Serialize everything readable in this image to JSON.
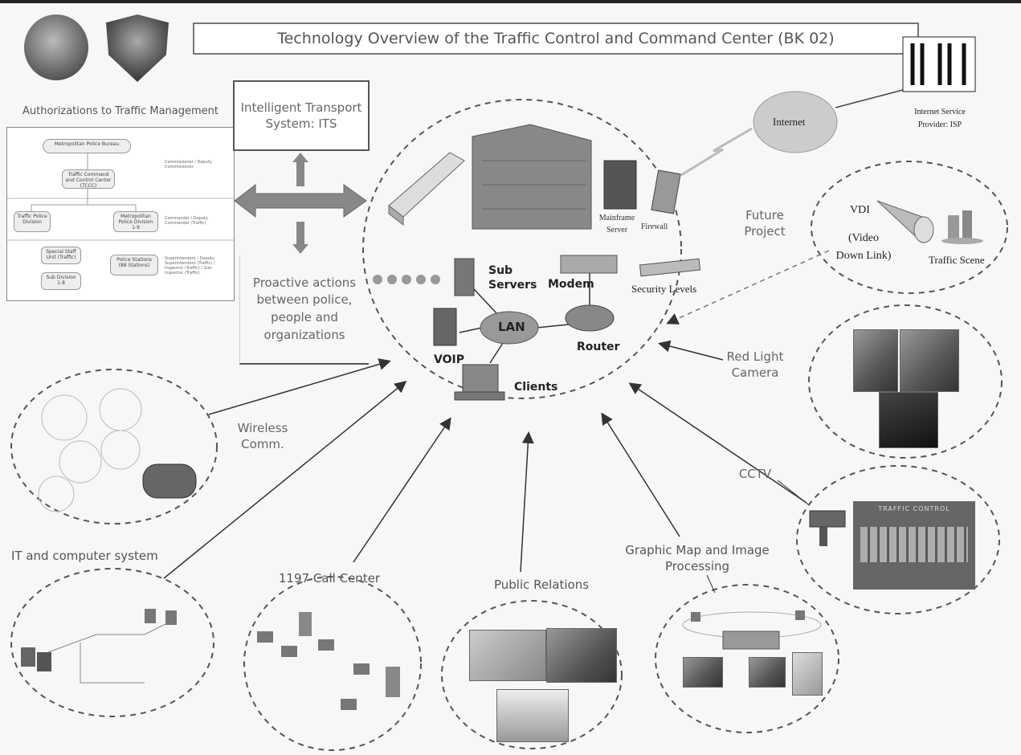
{
  "title": "Technology Overview of the Traffic Control and Command Center (BK 02)",
  "authorizations": {
    "heading": "Authorizations to Traffic Management",
    "org_top": "Metropolitan Police Bureau",
    "org_center": "Traffic Command and Control Center (TCCC)",
    "org_left1": "Traffic Police Division",
    "org_right1": "Metropolitan Police Division 1-9",
    "org_left2": "Special Staff Unit (Traffic)",
    "org_right2": "Police Stations (88 Stations)",
    "org_left3": "Sub Division 1-8",
    "note1": "Commissioner / Deputy Commissioner",
    "note2": "Commander / Deputy Commander (Traffic)",
    "note3": "Superintendent / Deputy Superintendent (Traffic) / Inspector (Traffic) / Sub-inspector (Traffic)"
  },
  "its_box": "Intelligent Transport System: ITS",
  "proactive": "Proactive actions between police, people and organizations",
  "center": {
    "mainframe": "Mainframe Server",
    "firewall": "Firewall",
    "sub_servers": "Sub Servers",
    "modem": "Modem",
    "security": "Security Levels",
    "lan": "LAN",
    "router": "Router",
    "voip": "VOIP",
    "clients": "Clients"
  },
  "internet": {
    "cloud": "Internet",
    "isp": "Internet Service Provider: ISP"
  },
  "future": {
    "label": "Future Project",
    "vdi": "VDI",
    "vdi_sub": "(Video Down Link)",
    "scene": "Traffic Scene"
  },
  "peripheral": {
    "red_light": "Red Light Camera",
    "cctv": "CCTV",
    "cctv_screen": "TRAFFIC CONTROL",
    "wireless": "Wireless Comm.",
    "it": "IT and computer system",
    "call": "1197 Call Center",
    "pr": "Public Relations",
    "map": "Graphic Map and Image Processing"
  },
  "colors": {
    "arrow": "#777777",
    "dashed": "#555555",
    "title_border": "#777777"
  }
}
